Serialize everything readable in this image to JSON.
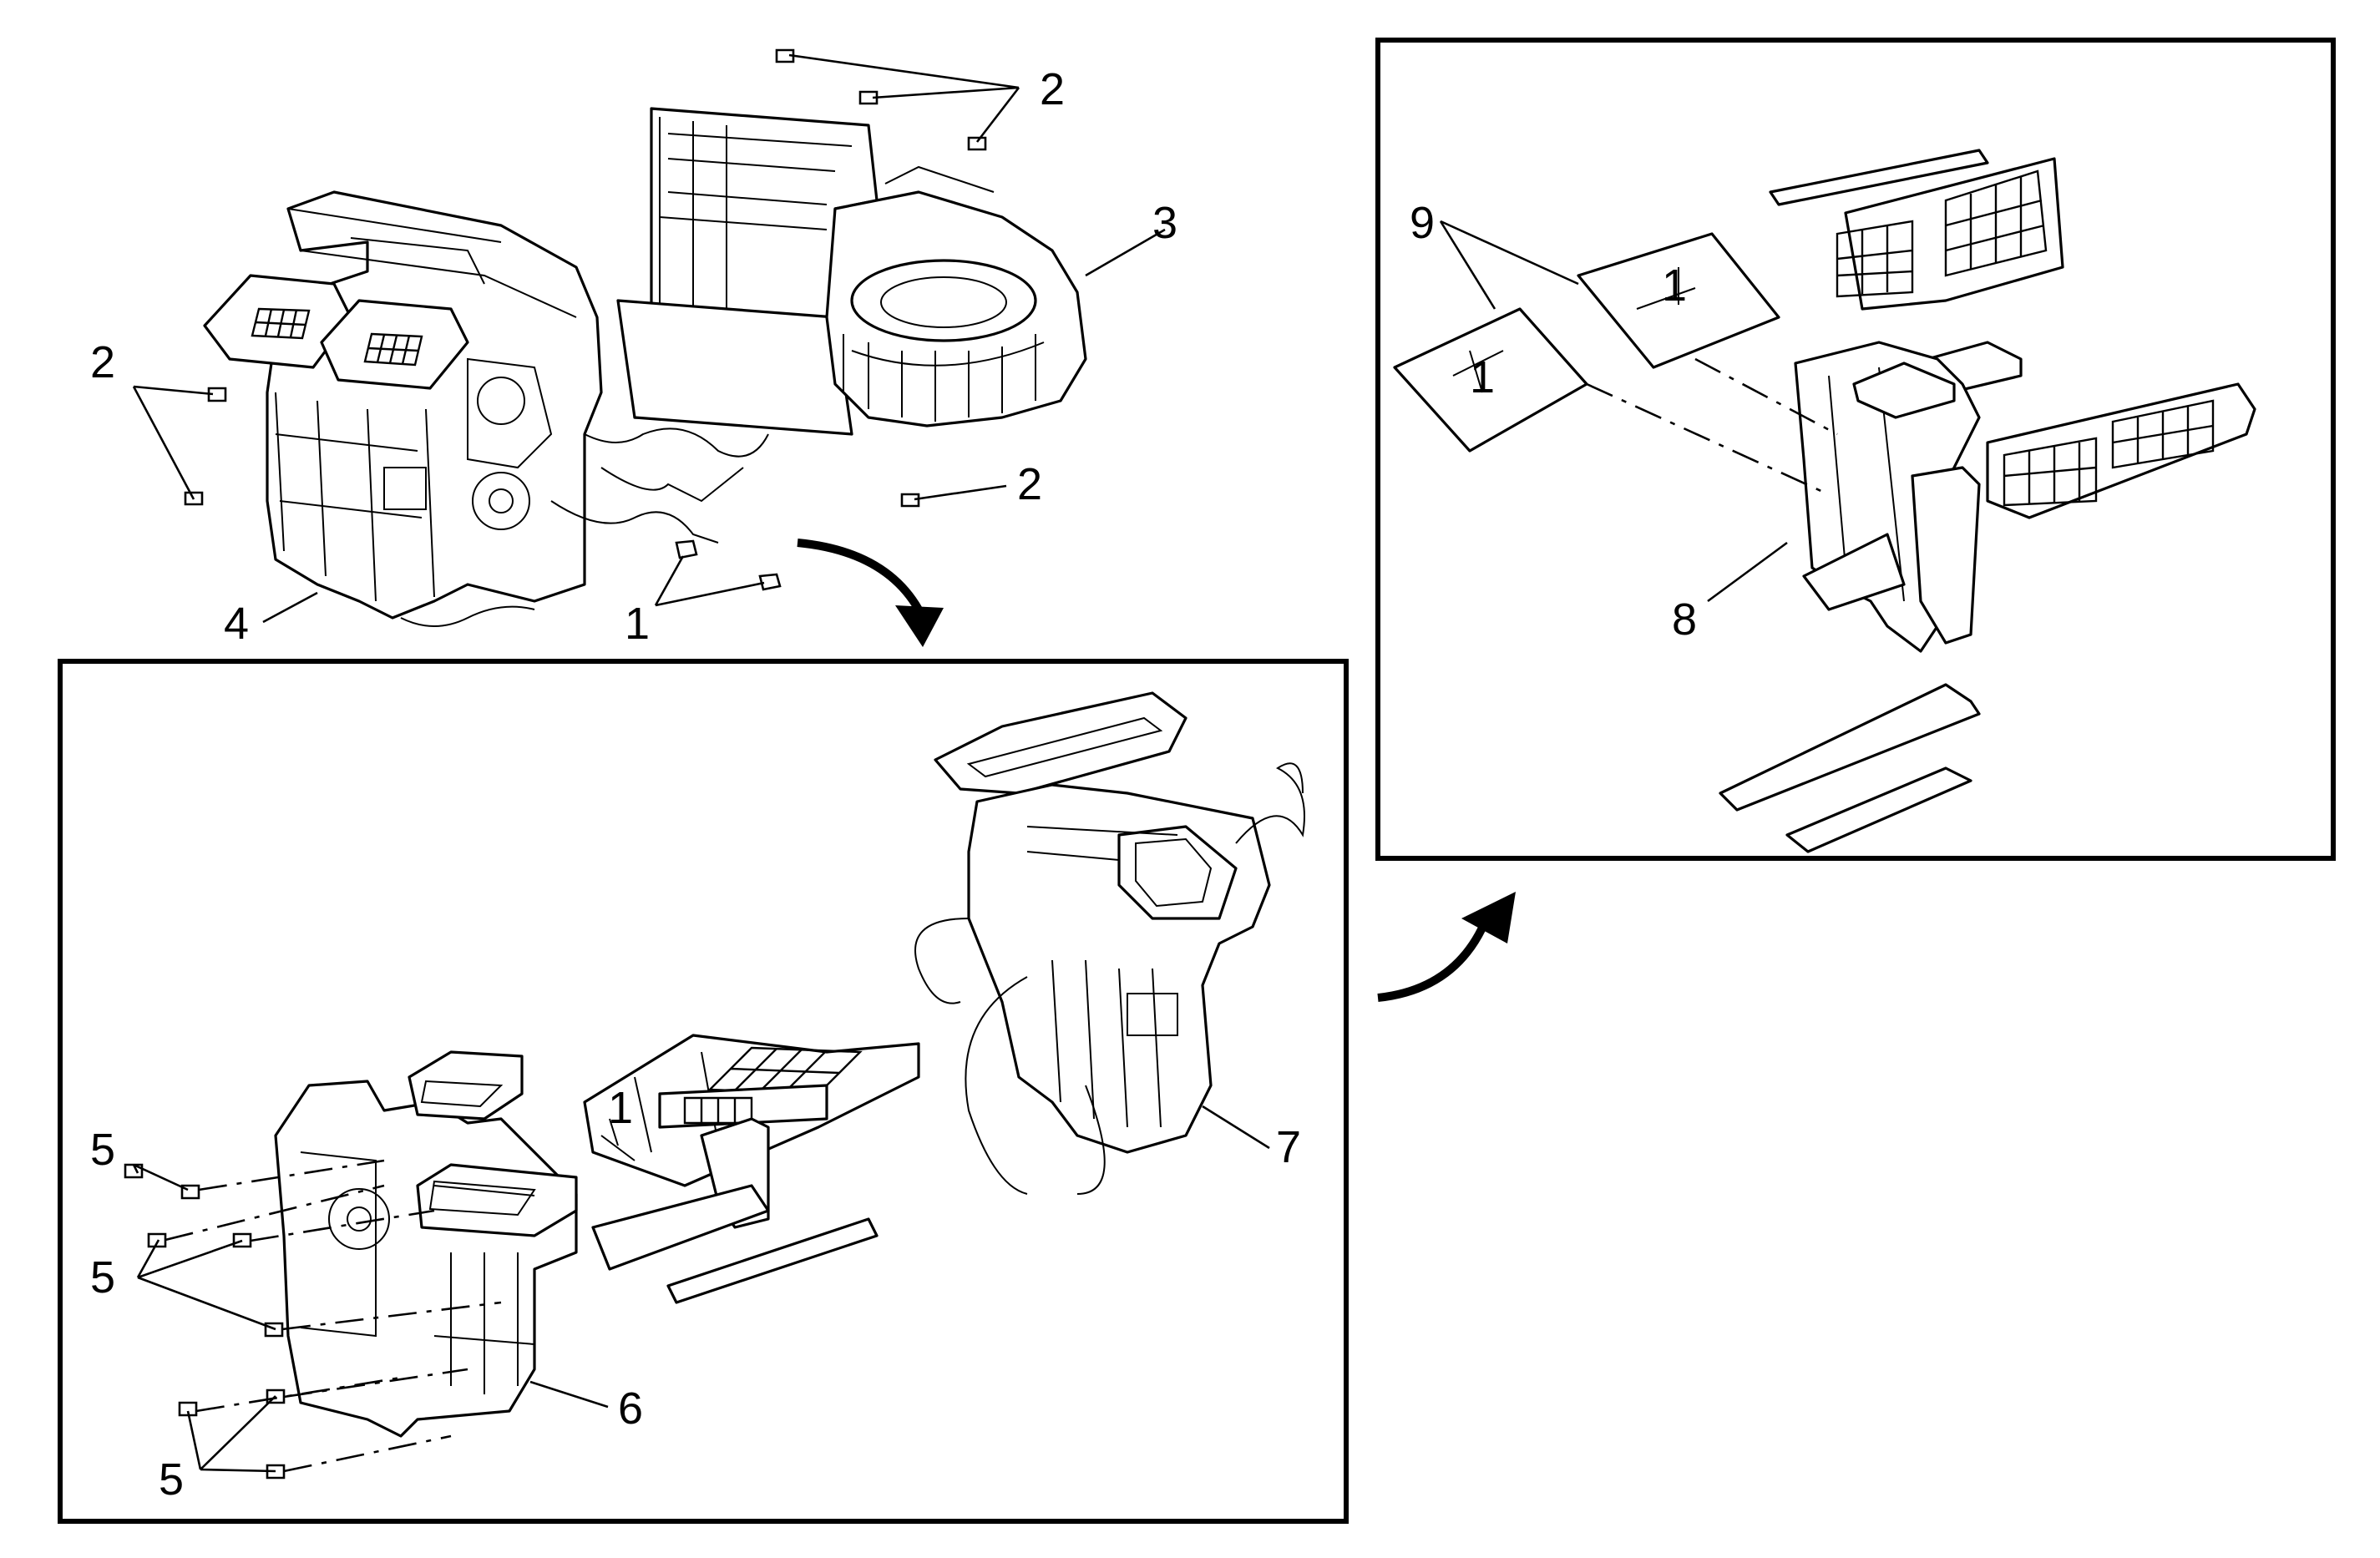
{
  "callouts": {
    "c1": "1",
    "c2": "2",
    "c3": "3",
    "c4": "4",
    "c5": "5",
    "c6": "6",
    "c7": "7",
    "c8": "8",
    "c9": "9"
  },
  "door_mark": "1"
}
